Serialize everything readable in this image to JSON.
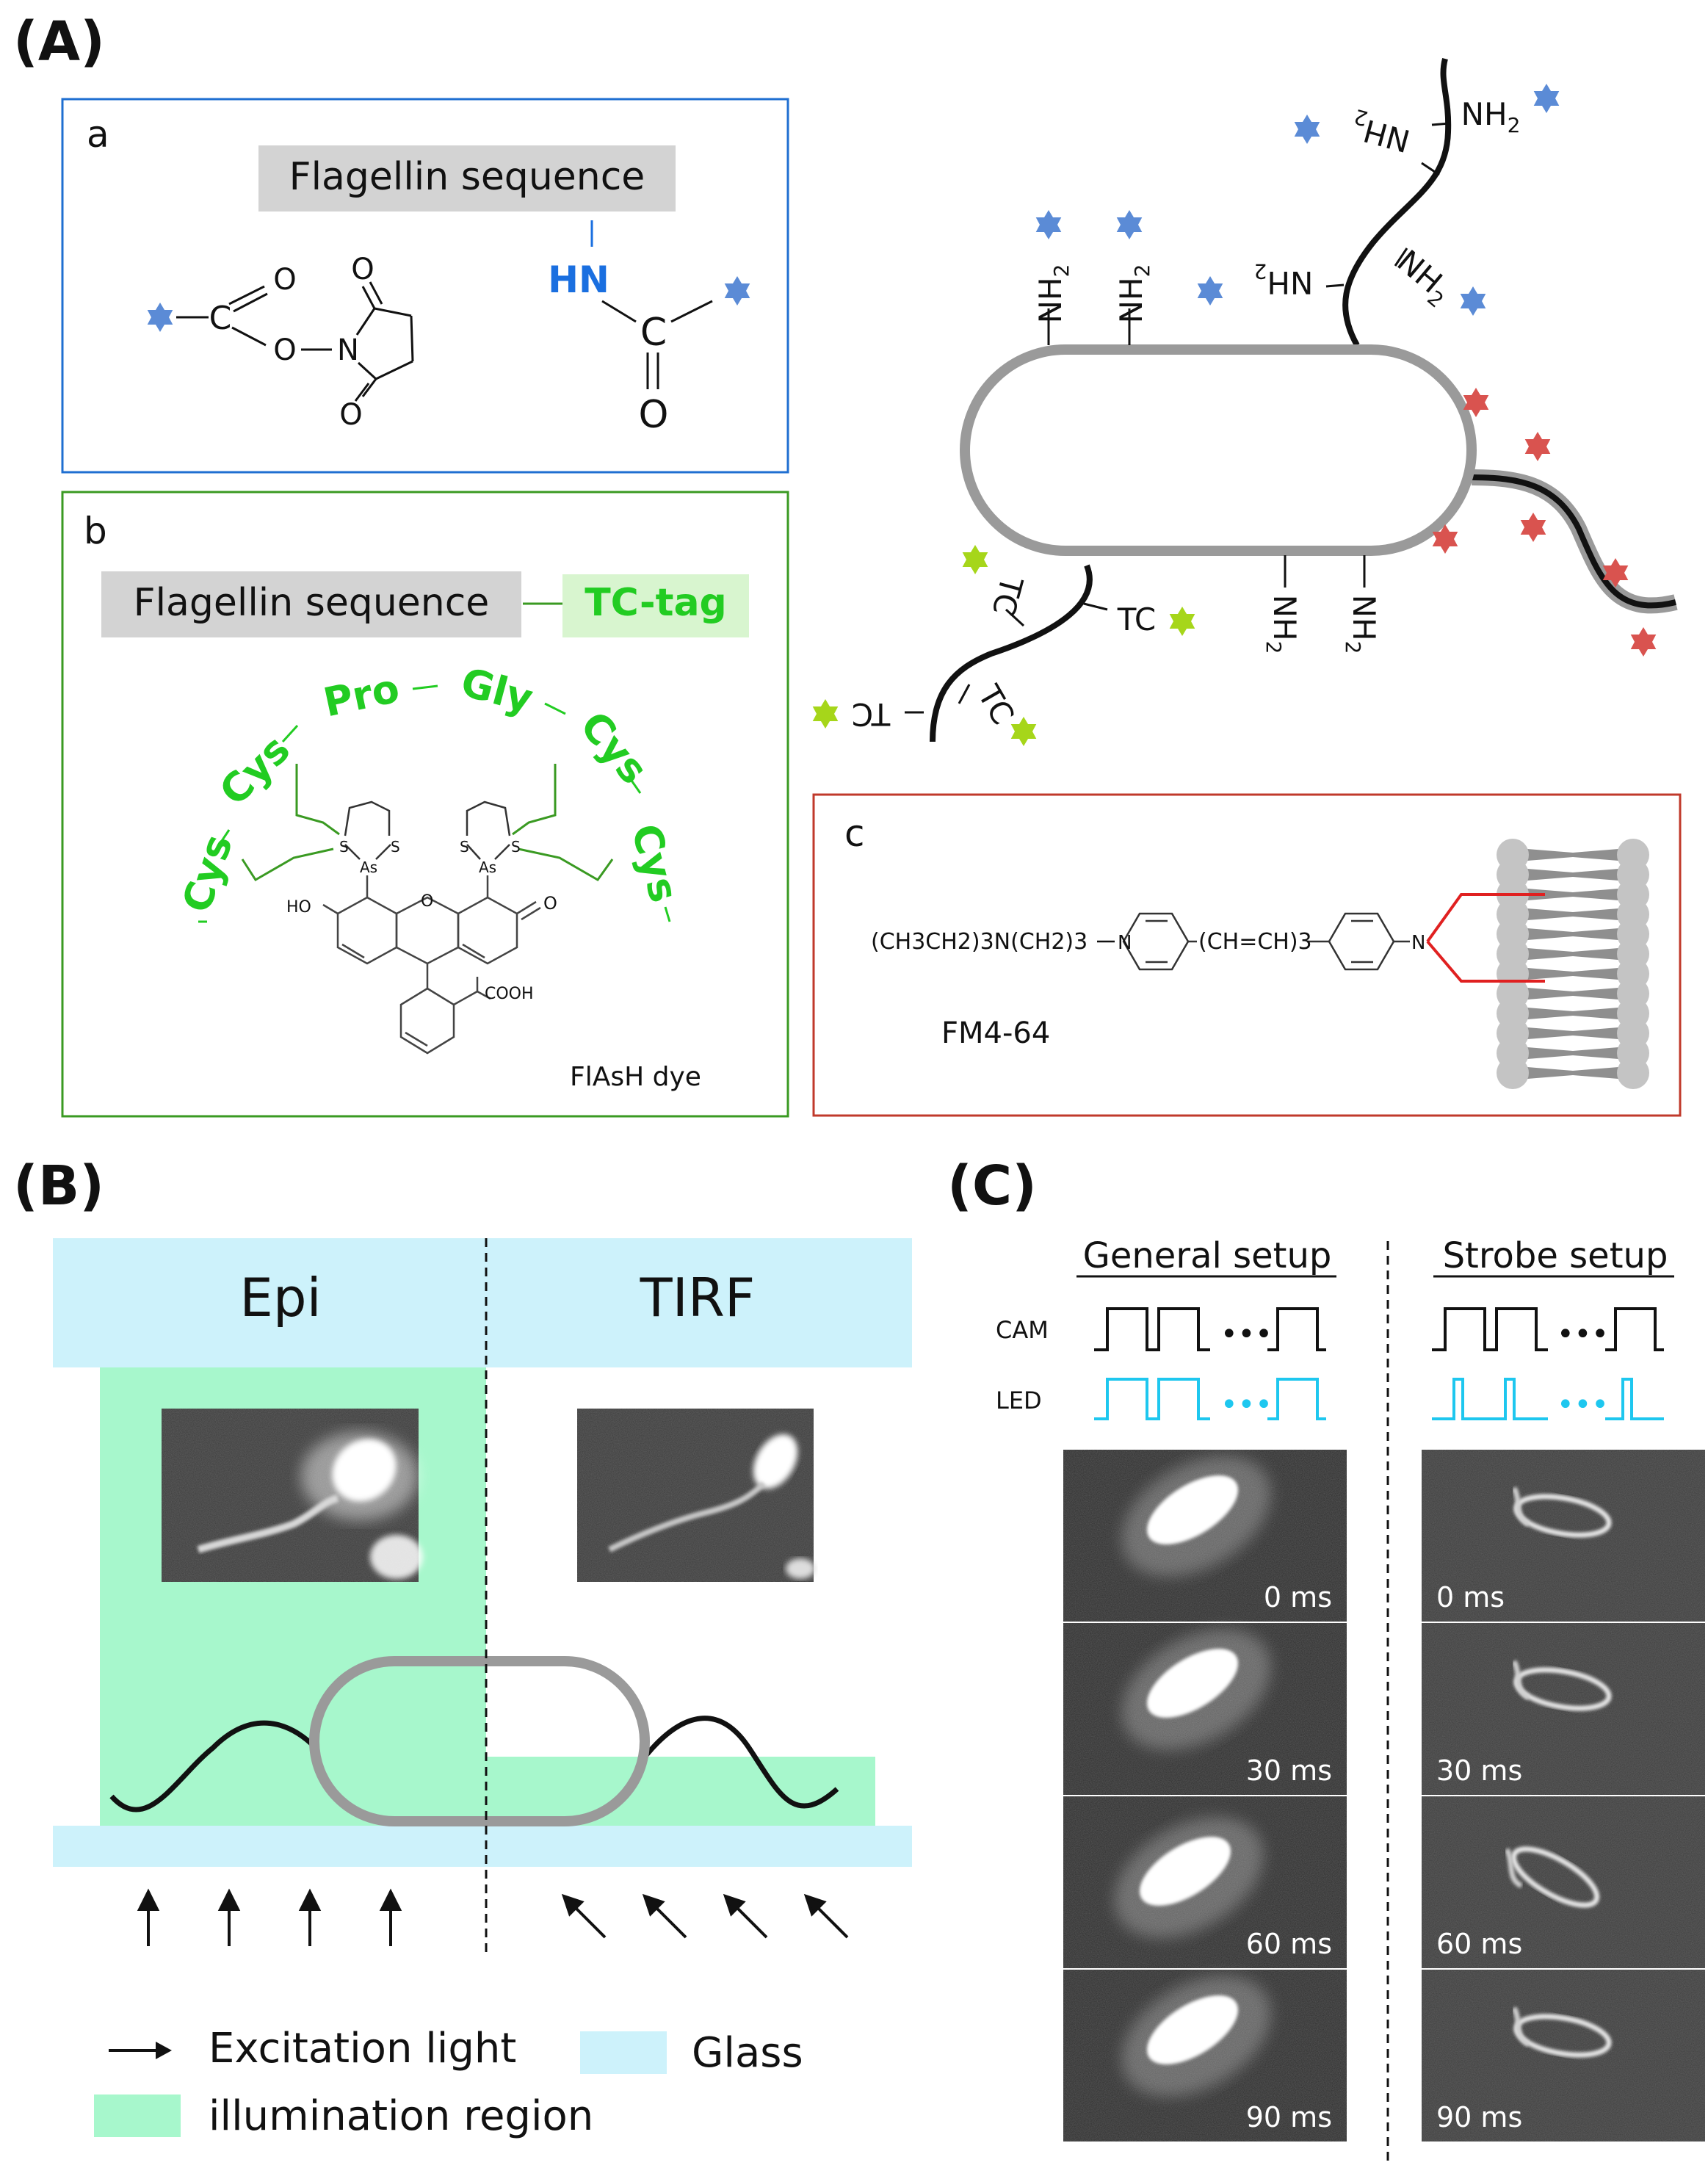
{
  "panels": {
    "A": "(A)",
    "B": "(B)",
    "C": "(C)"
  },
  "box_a": {
    "label": "a",
    "sequence": "Flagellin sequence",
    "nhs": {
      "O_top": "O",
      "C": "C",
      "O_link": "O",
      "N": "N",
      "O_ring_top": "O",
      "O_ring_bottom": "O"
    },
    "amide": {
      "HN": "HN",
      "C": "C",
      "O": "O"
    }
  },
  "box_b": {
    "label": "b",
    "sequence": "Flagellin sequence",
    "tag": "TC-tag",
    "residues": [
      "Cys",
      "Cys",
      "Pro",
      "Gly",
      "Cys",
      "Cys"
    ],
    "atoms": {
      "S": "S",
      "As": "As",
      "HO": "HO",
      "O_ring": "O",
      "O_ketone": "O",
      "COOH": "COOH"
    },
    "dye_name": "FlAsH dye"
  },
  "box_c": {
    "label": "c",
    "formula_left": "(CH3CH2)3N(CH2)3",
    "N_plus": "N",
    "linker": "(CH=CH)3",
    "N_end": "N",
    "dye_name": "FM4-64"
  },
  "cell": {
    "amine": "NH",
    "amine_sub": "2",
    "tc": "TC"
  },
  "panel_b": {
    "epi": "Epi",
    "tirf": "TIRF",
    "legend_excitation": "Excitation light",
    "legend_glass": "Glass",
    "legend_illumination": "illumination region"
  },
  "panel_c": {
    "general": "General setup",
    "strobe": "Strobe setup",
    "cam": "CAM",
    "led": "LED",
    "dots": "•••",
    "times": [
      "0 ms",
      "30 ms",
      "60 ms",
      "90 ms"
    ]
  },
  "colors": {
    "blue_box": "#1f6fd1",
    "green_box": "#3a9a22",
    "red_box": "#c0392b",
    "gray_label": "#d3d3d3",
    "tc_tag_bg": "#d8f5cf",
    "tc_green": "#22cc22",
    "hn_blue": "#1a6fe0",
    "star_blue": "#5b8bd6",
    "star_red": "#d9534f",
    "star_green": "#a6d61a",
    "cell_gray": "#9a9a9a",
    "glass": "#cdf2fb",
    "illumination": "#a7f7cc",
    "led_cyan": "#1ec7ef"
  }
}
